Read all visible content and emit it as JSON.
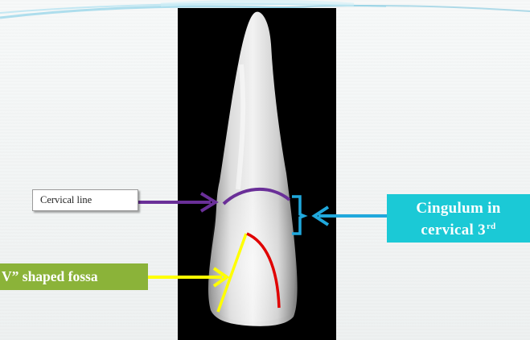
{
  "labels": {
    "cervical_line": "Cervical line",
    "cingulum_line1": "Cingulum in",
    "cingulum_line2": "cervical  3",
    "cingulum_sup": "rd",
    "fossa": "V” shaped fossa"
  },
  "colors": {
    "cervical_arrow": "#6a2f98",
    "cingulum_arrow": "#20a8dc",
    "fossa_arrow": "#ffff00",
    "marginal_ridge_line": "#e00000",
    "cingulum_badge": "#1bc9d6",
    "fossa_badge": "#8bb339"
  }
}
